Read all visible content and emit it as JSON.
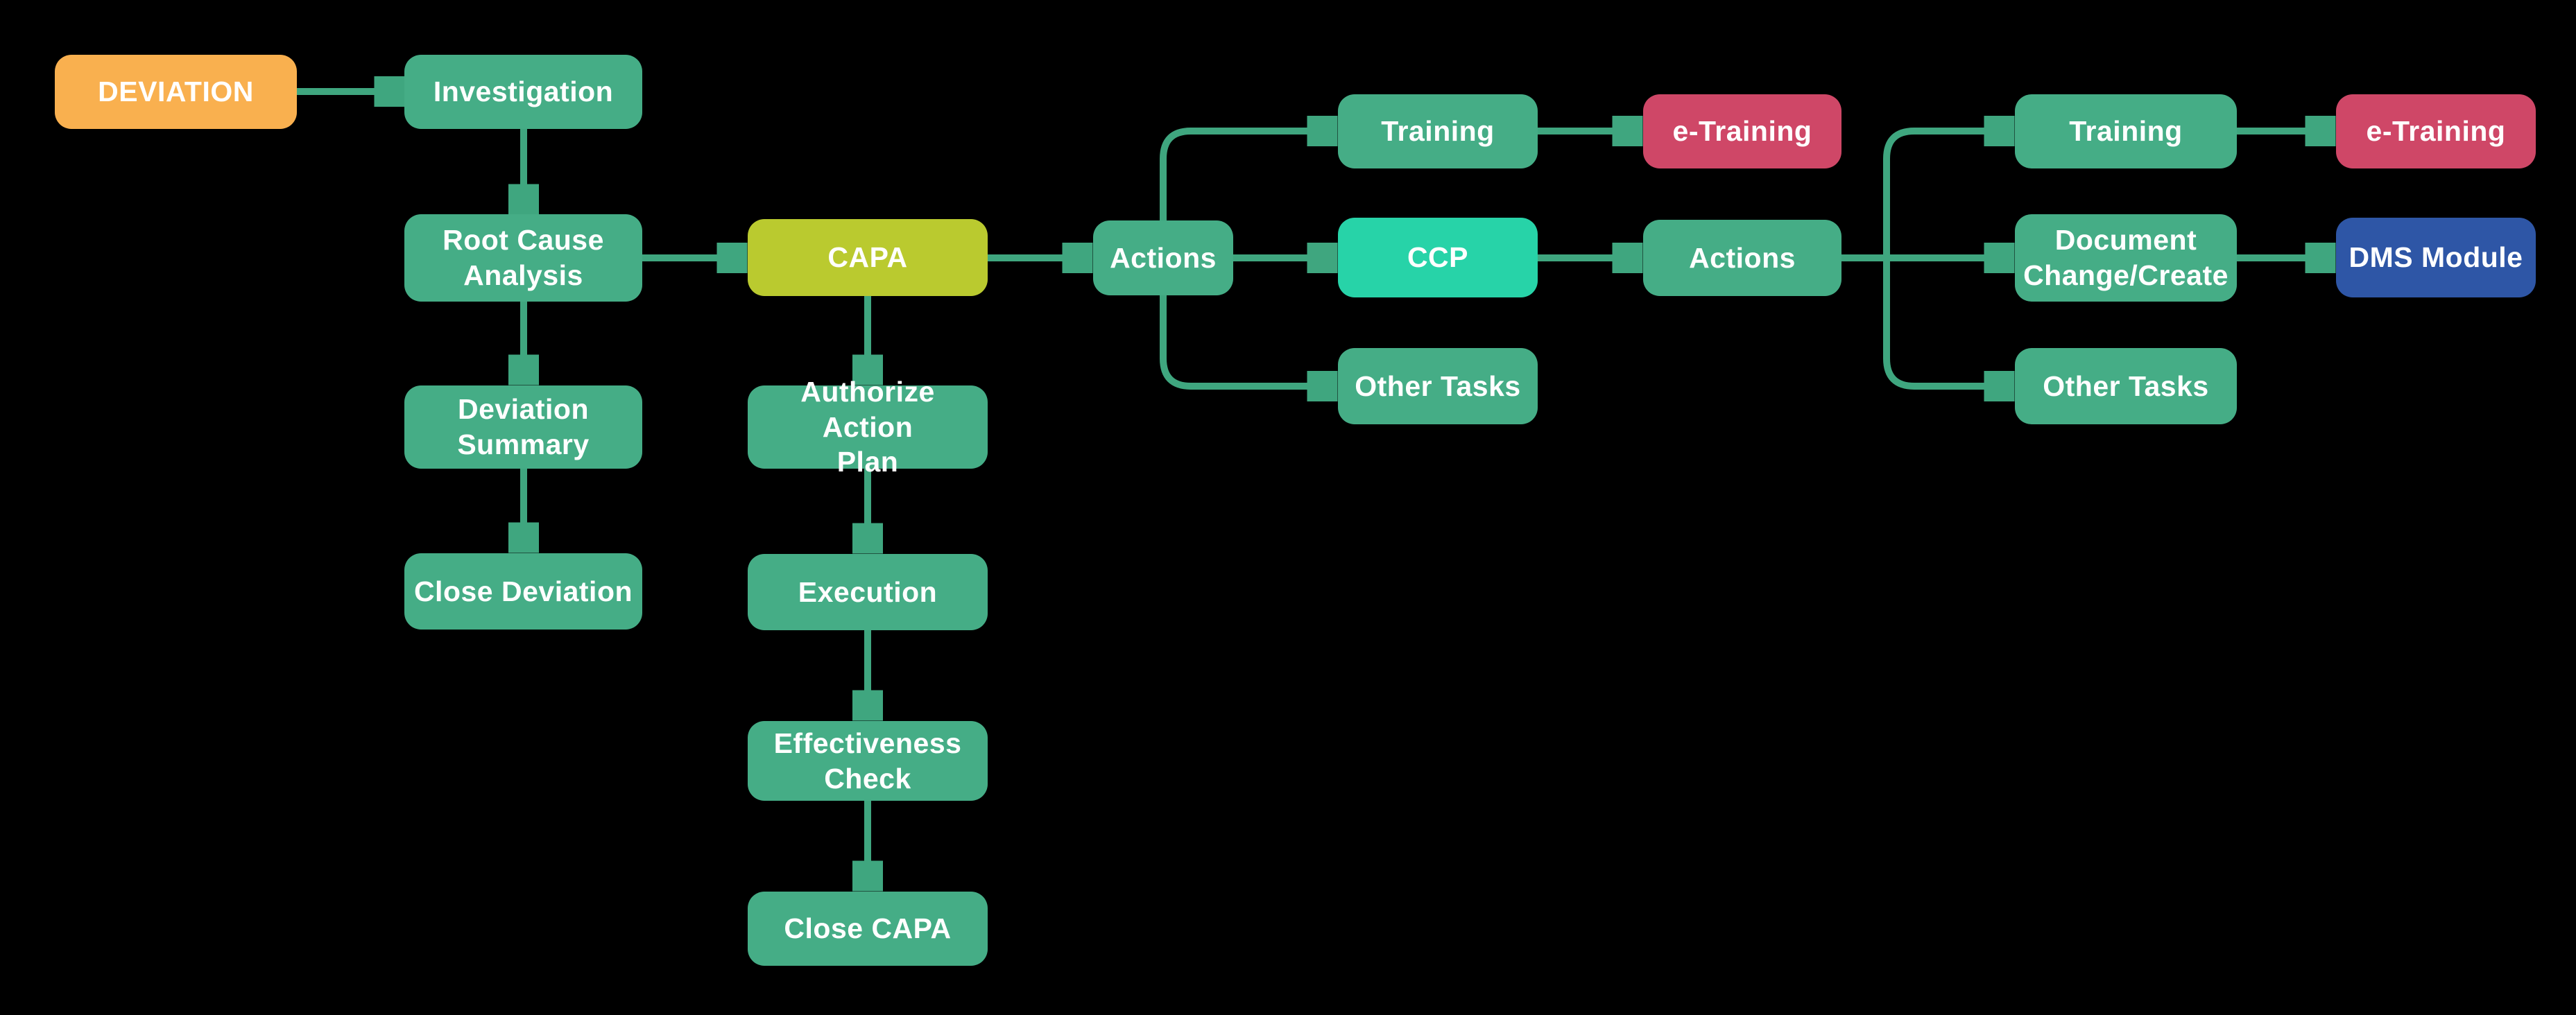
{
  "colors": {
    "background": "#000000",
    "box_green": "#45AD86",
    "box_orange": "#F9B04F",
    "box_yellow": "#BACA2F",
    "box_teal": "#27D3A8",
    "box_pink": "#CF4767",
    "box_blue": "#2E56A6",
    "arrow": "#3FA67F",
    "label_text": "#FFFFFF"
  },
  "nodes": [
    {
      "id": "deviation",
      "label": "DEVIATION",
      "color": "orange"
    },
    {
      "id": "investigation",
      "label": "Investigation",
      "color": "green"
    },
    {
      "id": "root-cause-analysis",
      "label": "Root Cause\nAnalysis",
      "color": "green"
    },
    {
      "id": "deviation-summary",
      "label": "Deviation\nSummary",
      "color": "green"
    },
    {
      "id": "close-deviation",
      "label": "Close Deviation",
      "color": "green"
    },
    {
      "id": "capa",
      "label": "CAPA",
      "color": "yellow"
    },
    {
      "id": "authorize-action-plan",
      "label": "Authorize Action\nPlan",
      "color": "green"
    },
    {
      "id": "execution",
      "label": "Execution",
      "color": "green"
    },
    {
      "id": "effectiveness-check",
      "label": "Effectiveness\nCheck",
      "color": "green"
    },
    {
      "id": "close-capa",
      "label": "Close CAPA",
      "color": "green"
    },
    {
      "id": "actions-1",
      "label": "Actions",
      "color": "green"
    },
    {
      "id": "training-1",
      "label": "Training",
      "color": "green"
    },
    {
      "id": "ccp",
      "label": "CCP",
      "color": "teal"
    },
    {
      "id": "other-tasks-1",
      "label": "Other Tasks",
      "color": "green"
    },
    {
      "id": "e-training-1",
      "label": "e-Training",
      "color": "pink"
    },
    {
      "id": "actions-2",
      "label": "Actions",
      "color": "green"
    },
    {
      "id": "training-2",
      "label": "Training",
      "color": "green"
    },
    {
      "id": "document-change-create",
      "label": "Document\nChange/Create",
      "color": "green"
    },
    {
      "id": "other-tasks-2",
      "label": "Other Tasks",
      "color": "green"
    },
    {
      "id": "e-training-2",
      "label": "e-Training",
      "color": "pink"
    },
    {
      "id": "dms-module",
      "label": "DMS Module",
      "color": "blue"
    }
  ],
  "edges": [
    {
      "from": "deviation",
      "to": "investigation"
    },
    {
      "from": "investigation",
      "to": "root-cause-analysis"
    },
    {
      "from": "root-cause-analysis",
      "to": "deviation-summary"
    },
    {
      "from": "deviation-summary",
      "to": "close-deviation"
    },
    {
      "from": "root-cause-analysis",
      "to": "capa"
    },
    {
      "from": "capa",
      "to": "authorize-action-plan"
    },
    {
      "from": "authorize-action-plan",
      "to": "execution"
    },
    {
      "from": "execution",
      "to": "effectiveness-check"
    },
    {
      "from": "effectiveness-check",
      "to": "close-capa"
    },
    {
      "from": "capa",
      "to": "actions-1"
    },
    {
      "from": "actions-1",
      "to": "training-1"
    },
    {
      "from": "actions-1",
      "to": "ccp"
    },
    {
      "from": "actions-1",
      "to": "other-tasks-1"
    },
    {
      "from": "training-1",
      "to": "e-training-1"
    },
    {
      "from": "ccp",
      "to": "actions-2"
    },
    {
      "from": "actions-2",
      "to": "training-2"
    },
    {
      "from": "actions-2",
      "to": "document-change-create"
    },
    {
      "from": "actions-2",
      "to": "other-tasks-2"
    },
    {
      "from": "training-2",
      "to": "e-training-2"
    },
    {
      "from": "document-change-create",
      "to": "dms-module"
    }
  ]
}
